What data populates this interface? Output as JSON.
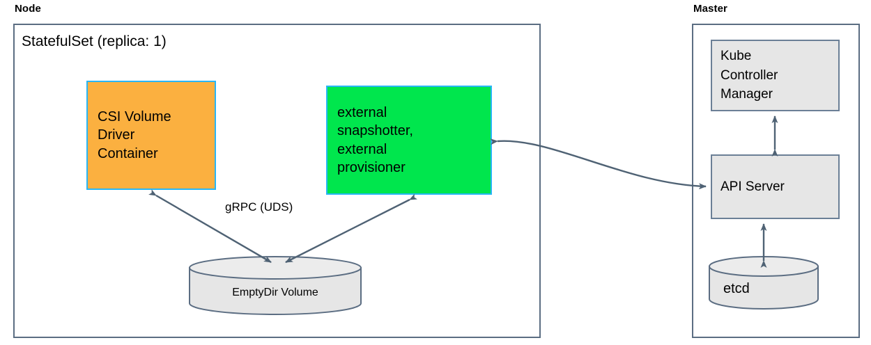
{
  "diagram": {
    "title_node": "Node",
    "title_master": "Master",
    "statefulset_title": "StatefulSet (replica: 1)",
    "edge_label_grpc": "gRPC (UDS)"
  },
  "node": {
    "csi_driver": {
      "lines": [
        "CSI Volume",
        "Driver",
        "Container"
      ],
      "fill": "#fbb040",
      "stroke": "#29b6f6"
    },
    "external_sidecars": {
      "lines": [
        "external",
        "snapshotter,",
        "external",
        "provisioner"
      ],
      "fill": "#00e64d",
      "stroke": "#29b6f6"
    },
    "emptydir_volume": {
      "label": "EmptyDir Volume",
      "fill": "#e6e6e6",
      "stroke": "#5b6d82"
    }
  },
  "master": {
    "kube_controller_manager": {
      "lines": [
        "Kube",
        "Controller",
        "Manager"
      ],
      "fill": "#e6e6e6",
      "stroke": "#6b7f96"
    },
    "api_server": {
      "lines": [
        "API Server"
      ],
      "fill": "#e6e6e6",
      "stroke": "#6b7f96"
    },
    "etcd": {
      "label": "etcd",
      "fill": "#e6e6e6",
      "stroke": "#5b6d82"
    }
  },
  "colors": {
    "frame_stroke": "#5b6d82",
    "arrow_stroke": "#4f6274",
    "background": "#ffffff"
  }
}
